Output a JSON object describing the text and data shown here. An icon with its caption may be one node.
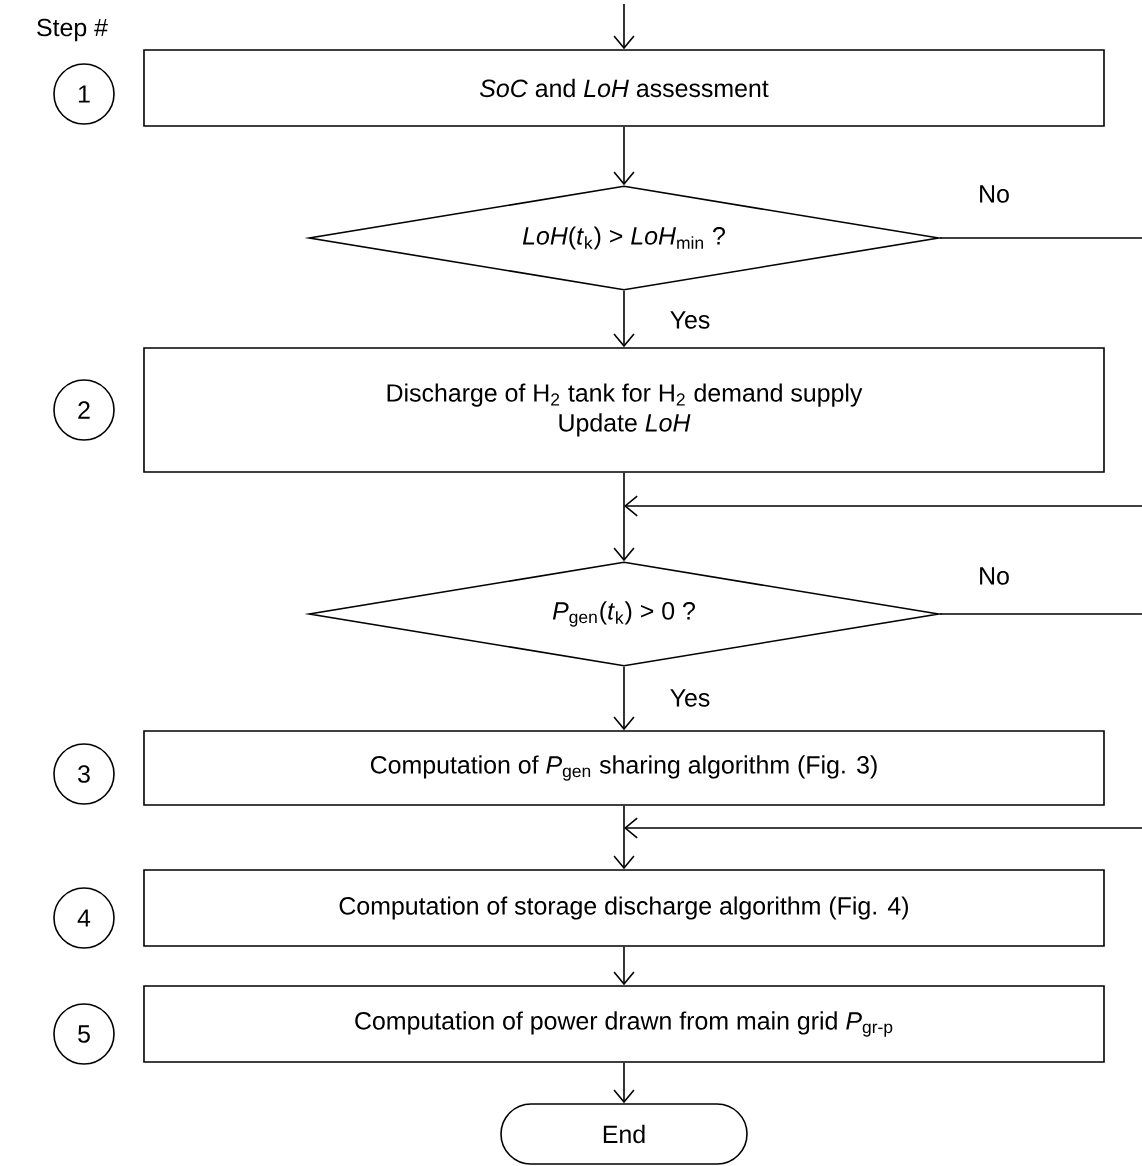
{
  "diagram": {
    "nodes": [
      {
        "text": [
          "*SoC* and *LoH* assessment"
        ]
      },
      {
        "text": [
          "*LoH*(*t*$_{k}$) > *LoH*$_{min}$ ?"
        ]
      },
      {
        "text": [
          "Discharge of H$_{2}$ tank for H$_{2}$ demand supply",
          "Update *LoH*"
        ]
      },
      {
        "text": [
          "*P*$_{gen}$(*t*$_{k}$) > 0 ?"
        ]
      },
      {
        "text": [
          "Computation of *P*$_{gen}$ sharing algorithm (Fig. 3)"
        ]
      },
      {
        "text": [
          "Computation of storage discharge algorithm (Fig. 4)"
        ]
      },
      {
        "text": [
          "Computation of power drawn from main grid *P*$_{gr-p}$"
        ]
      },
      {
        "text": [
          "End"
        ]
      },
      {
        "text": [
          "1"
        ]
      },
      {
        "text": [
          "2"
        ]
      },
      {
        "text": [
          "3"
        ]
      },
      {
        "text": [
          "4"
        ]
      },
      {
        "text": [
          "5"
        ]
      }
    ],
    "edges": [
      {
        "from": null,
        "to": 0,
        "arrow": "to"
      },
      {
        "from": 0,
        "to": 1,
        "arrow": "to"
      },
      {
        "from": 1,
        "to": null,
        "arrow": "none",
        "label": "No"
      },
      {
        "from": 1,
        "to": 2,
        "arrow": "to",
        "label": "Yes"
      },
      {
        "from": 2,
        "to": 3,
        "arrow": "to"
      },
      {
        "from": null,
        "to": 3,
        "arrow": "to"
      },
      {
        "from": 3,
        "to": null,
        "arrow": "none",
        "label": "No"
      },
      {
        "from": 3,
        "to": 4,
        "arrow": "to",
        "label": "Yes"
      },
      {
        "from": 4,
        "to": 5,
        "arrow": "to"
      },
      {
        "from": null,
        "to": 5,
        "arrow": "to"
      },
      {
        "from": 5,
        "to": 6,
        "arrow": "to"
      },
      {
        "from": 6,
        "to": 7,
        "arrow": "to"
      }
    ],
    "labels": [
      "Step #"
    ]
  }
}
